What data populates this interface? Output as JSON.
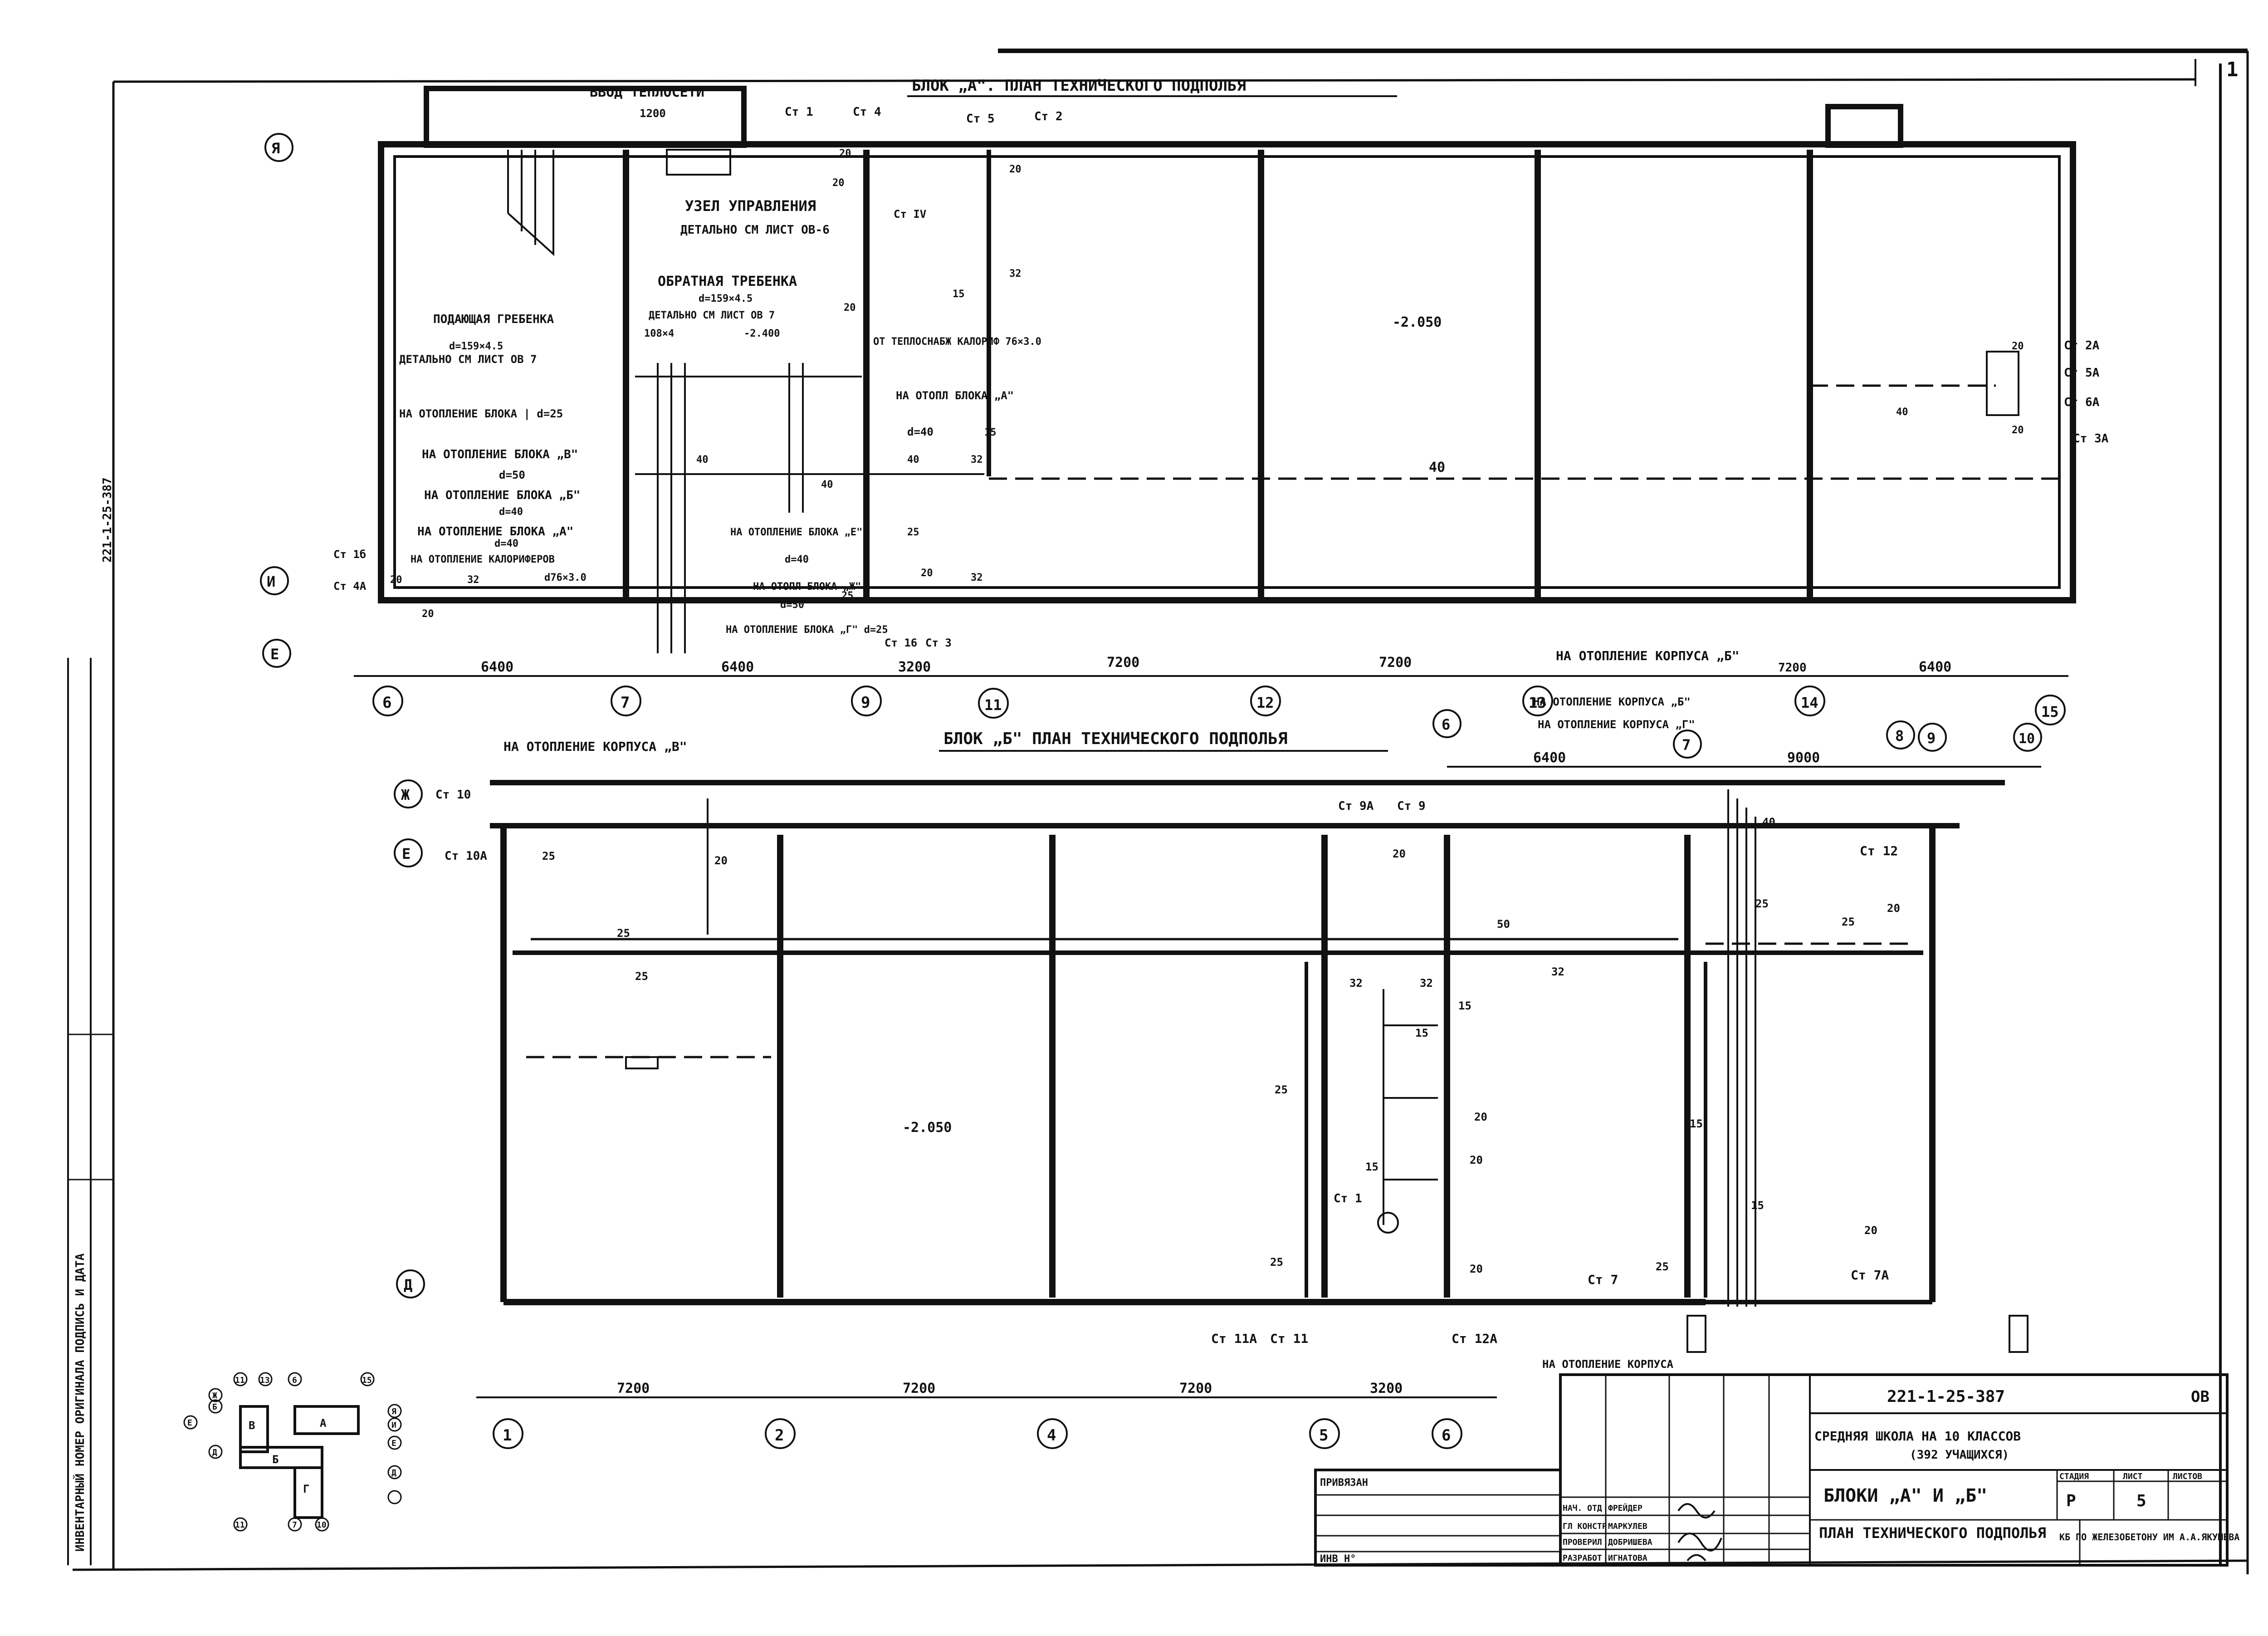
{
  "sheet_number": "1",
  "block_a": {
    "title": "БЛОК „А\". ПЛАН ТЕХНИЧЕСКОГО ПОДПОЛЬЯ",
    "heating_input": "ВВОД ТЕПЛОСЕТИ",
    "dim_1200": "1200",
    "control_unit": "УЗЕЛ УПРАВЛЕНИЯ",
    "control_unit_ref": "ДЕТАЛЬНО СМ ЛИСТ ОВ-6",
    "return_pipe": "ОБРАТНАЯ ТРЕБЕНКА",
    "return_pipe_d": "d=159×4.5",
    "return_pipe_ref": "ДЕТАЛЬНО СМ ЛИСТ ОВ 7",
    "pipe_108": "108×4",
    "level_2400": "-2.400",
    "supply_pipe": "ПОДАЮЩАЯ ГРЕБЕНКА",
    "supply_pipe_d": "d=159×4.5",
    "supply_pipe_ref": "ДЕТАЛЬНО СМ ЛИСТ ОВ 7",
    "heating_a": "НА ОТОПЛЕНИЕ БЛОКА | d=25",
    "heating_v": "НА ОТОПЛЕНИЕ БЛОКА „В\"",
    "heating_v_d": "d=50",
    "heating_b": "НА ОТОПЛЕНИЕ БЛОКА „Б\"",
    "heating_b_d": "d=40",
    "heating_a2": "НА ОТОПЛЕНИЕ БЛОКА „А\"",
    "heating_a2_d": "d=40",
    "radiator_heating": "НА ОТОПЛЕНИЕ КАЛОРИФЕРОВ",
    "radiator_d": "d76×3.0",
    "heater_text": "ОТ ТЕПЛОСНАБЖ КАЛОРИФ 76×3.0",
    "heating_block_a": "НА ОТОПЛ БЛОКА „А\"",
    "heating_block_a_d": "d=40",
    "heating_block_e": "НА ОТОПЛЕНИЕ БЛОКА „Е\"",
    "heating_block_e_d": "d=40",
    "heating_block_zh": "НА ОТОПЛ БЛОКА „Ж\"",
    "heating_block_zh_d": "d=50",
    "heating_block_g": "НА ОТОПЛЕНИЕ БЛОКА „Г\" d=25",
    "level": "-2.050",
    "heating_korpus_b": "НА ОТОПЛЕНИЕ КОРПУСА „Б\"",
    "risers": [
      "Ст 1",
      "Ст 4",
      "Ст 5",
      "Ст 2",
      "Ст 1б",
      "Ст 4А",
      "Ст 16",
      "Ст 3",
      "Ст 2А",
      "Ст 5А",
      "Ст 6А",
      "Ст 3А",
      "Ст IV"
    ],
    "pipe_sizes": [
      "20",
      "20",
      "20",
      "32",
      "15",
      "40",
      "40",
      "40",
      "40",
      "32",
      "15",
      "25",
      "20",
      "20",
      "20",
      "32",
      "20",
      "32",
      "25",
      "20",
      "20",
      "40"
    ],
    "axes_top": [
      "Я",
      "И",
      "Е"
    ],
    "axes_bottom": [
      "6",
      "7",
      "9",
      "11",
      "12",
      "13",
      "14",
      "15"
    ],
    "dims": [
      "6400",
      "6400",
      "3200",
      "7200",
      "7200",
      "7200",
      "6400"
    ]
  },
  "block_b": {
    "title": "БЛОК „Б\" ПЛАН ТЕХНИЧЕСКОГО ПОДПОЛЬЯ",
    "heating_korpus_v": "НА ОТОПЛЕНИЕ КОРПУСА „В\"",
    "heating_korpus_b": "НА ОТОПЛЕНИЕ КОРПУСА „Б\"",
    "heating_korpus_g": "НА ОТОПЛЕНИЕ КОРПУСА „Г\"",
    "heating_korpus": "НА ОТОПЛЕНИЕ КОРПУСА",
    "level": "-2.050",
    "axes_left": [
      "Ж",
      "Е",
      "Д"
    ],
    "axes_top": [
      "6",
      "7",
      "8",
      "9",
      "10"
    ],
    "axes_bottom": [
      "1",
      "2",
      "4",
      "5",
      "6"
    ],
    "dims_top": [
      "6400",
      "9000"
    ],
    "dims_bottom": [
      "7200",
      "7200",
      "7200",
      "3200"
    ],
    "risers": [
      "Ст 10",
      "Ст 10А",
      "Ст 9А",
      "Ст 9",
      "Ст 12",
      "Ст 7",
      "Ст 7А",
      "Ст 11А",
      "Ст 11",
      "Ст 12А",
      "Ст 1"
    ],
    "pipe_sizes": [
      "25",
      "25",
      "25",
      "20",
      "50",
      "32",
      "20",
      "40",
      "25",
      "25",
      "20",
      "32",
      "32",
      "15",
      "25",
      "20",
      "15",
      "15",
      "25",
      "20",
      "15",
      "25",
      "20",
      "15",
      "20"
    ]
  },
  "key_plan": {
    "blocks": [
      "В",
      "А",
      "Б",
      "Г"
    ],
    "axes": [
      "11",
      "13",
      "6",
      "15",
      "Ж",
      "Б",
      "Е",
      "Д",
      "Я",
      "И",
      "Е",
      "Д",
      "11",
      "7",
      "10"
    ]
  },
  "title_block": {
    "doc_code": "221-1-25-387",
    "sheet_code": "ОВ",
    "project": "СРЕДНЯЯ ШКОЛА НА 10 КЛАССОВ",
    "project_sub": "(392 УЧАЩИХСЯ)",
    "drawing": "БЛОКИ „А\" И „Б\"",
    "drawing_title": "ПЛАН ТЕХНИЧЕСКОГО ПОДПОЛЬЯ",
    "stage_label": "СТАДИЯ",
    "sheet_label": "ЛИСТ",
    "sheets_label": "ЛИСТОВ",
    "stage": "Р",
    "sheet": "5",
    "org": "КБ ПО ЖЕЛЕЗОБЕТОНУ ИМ А.А.ЯКУШЕВА",
    "tied": "ПРИВЯЗАН",
    "inv": "ИНВ Н°",
    "roles": [
      "НАЧ. ОТД",
      "ГЛ КОНСТР",
      "ПРОВЕРИЛ",
      "РАЗРАБОТ"
    ],
    "names": [
      "ФРЕЙДЕР",
      "МАРКУЛЕВ",
      "ДОБРИШЕВА",
      "ИГНАТОВА"
    ]
  },
  "side_strip": {
    "code": "221-1-25-387",
    "text": "ИНВЕНТАРНЫЙ НОМЕР ОРИГИНАЛА ПОДПИСЬ И ДАТА"
  }
}
